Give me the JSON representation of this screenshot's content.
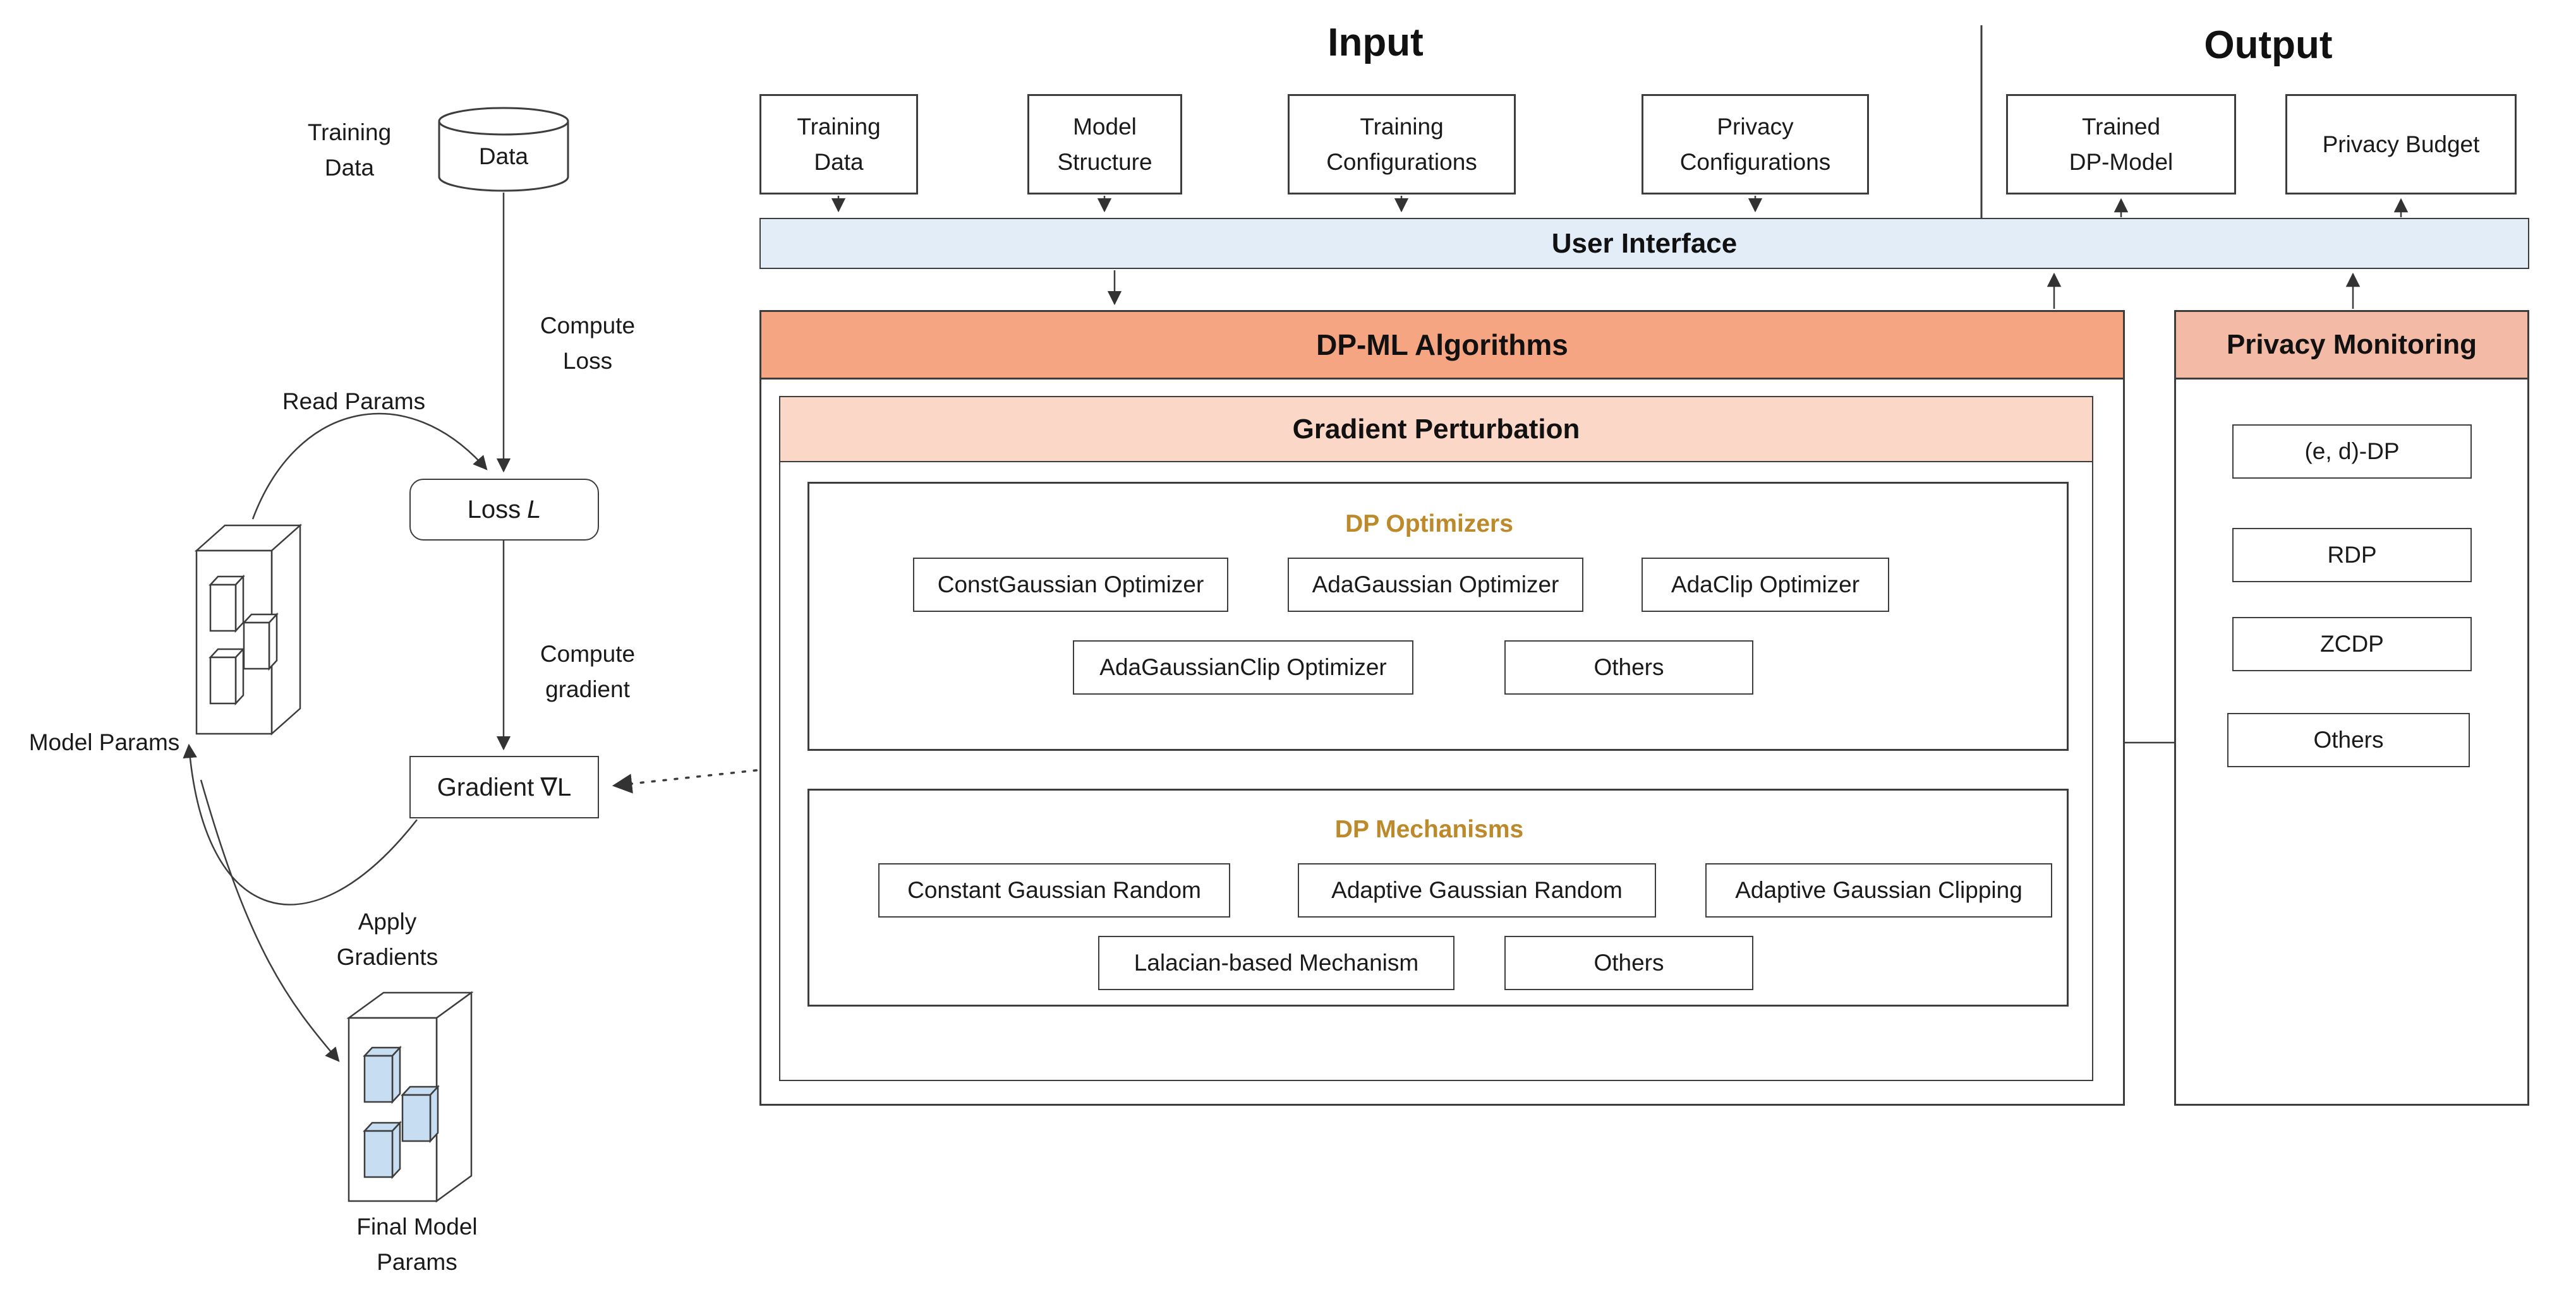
{
  "left_flow": {
    "training_data_label": "Training\nData",
    "data_cylinder_label": "Data",
    "compute_loss_label": "Compute\nLoss",
    "read_params_label": "Read Params",
    "loss_box": {
      "prefix": "Loss",
      "symbol": "L"
    },
    "compute_gradient_label": "Compute\ngradient",
    "gradient_box": {
      "prefix": "Gradient",
      "symbol": "∇L"
    },
    "apply_gradients_label": "Apply\nGradients",
    "model_params_label": "Model Params",
    "final_model_params_label": "Final Model\nParams"
  },
  "input": {
    "title": "Input",
    "boxes": [
      "Training\nData",
      "Model\nStructure",
      "Training\nConfigurations",
      "Privacy\nConfigurations"
    ]
  },
  "output": {
    "title": "Output",
    "boxes": [
      "Trained\nDP-Model",
      "Privacy Budget"
    ]
  },
  "ui_bar": {
    "label": "User Interface"
  },
  "dpml": {
    "title": "DP-ML Algorithms",
    "gradient_perturbation": {
      "title": "Gradient Perturbation",
      "optimizers": {
        "title": "DP Optimizers",
        "row1": [
          "ConstGaussian Optimizer",
          "AdaGaussian Optimizer",
          "AdaClip Optimizer"
        ],
        "row2": [
          "AdaGaussianClip Optimizer",
          "Others"
        ]
      },
      "mechanisms": {
        "title": "DP Mechanisms",
        "row1": [
          "Constant Gaussian Random",
          "Adaptive Gaussian Random",
          "Adaptive Gaussian Clipping"
        ],
        "row2": [
          "Lalacian-based Mechanism",
          "Others"
        ]
      }
    }
  },
  "privacy_monitoring": {
    "title": "Privacy Monitoring",
    "items": [
      "(e, d)-DP",
      "RDP",
      "ZCDP",
      "Others"
    ]
  },
  "colors": {
    "dpml_header": "#f6a583",
    "privacy_monitoring_header": "#f3bba6",
    "gradient_perturbation_header": "#fbd7c7",
    "ui_bar_blue": "#e3edf8",
    "gold_text": "#bd8a2b",
    "param_bar_blue": "#c7ddf2"
  }
}
